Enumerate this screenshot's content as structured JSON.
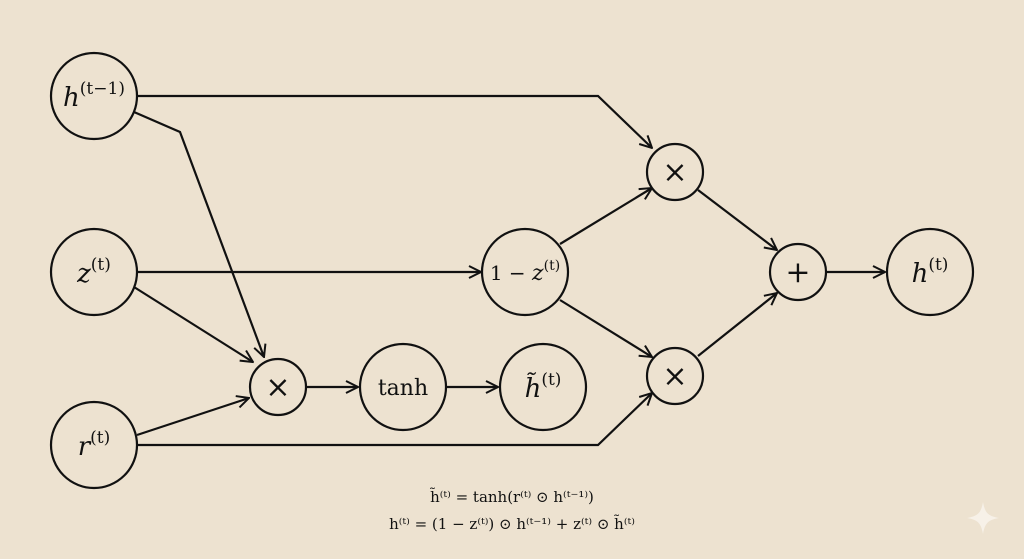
{
  "nodes": {
    "h_prev": {
      "base": "h",
      "sup": "(t−1)"
    },
    "z": {
      "base": "z",
      "sup": "(t)"
    },
    "r": {
      "base": "r",
      "sup": "(t)"
    },
    "mul_reset": {
      "label": "×"
    },
    "tanh": {
      "label": "tanh"
    },
    "h_tilde": {
      "base": "h̃",
      "sup": "(t)"
    },
    "one_minus_z": {
      "prefix": "1 − ",
      "base": "z",
      "sup": "(t)"
    },
    "mul_top": {
      "label": "×"
    },
    "mul_bottom": {
      "label": "×"
    },
    "plus": {
      "label": "+"
    },
    "h_out": {
      "base": "h",
      "sup": "(t)"
    }
  },
  "formulas": [
    "h̃⁽ᵗ⁾ = tanh(r⁽ᵗ⁾ ⊙ h⁽ᵗ⁻¹⁾)",
    "h⁽ᵗ⁾ = (1 − z⁽ᵗ⁾) ⊙ h⁽ᵗ⁻¹⁾ + z⁽ᵗ⁾ ⊙ h̃⁽ᵗ⁾"
  ],
  "colors": {
    "background": "#ede2d0",
    "stroke": "#111111",
    "sparkle": "#f7f1e8"
  }
}
